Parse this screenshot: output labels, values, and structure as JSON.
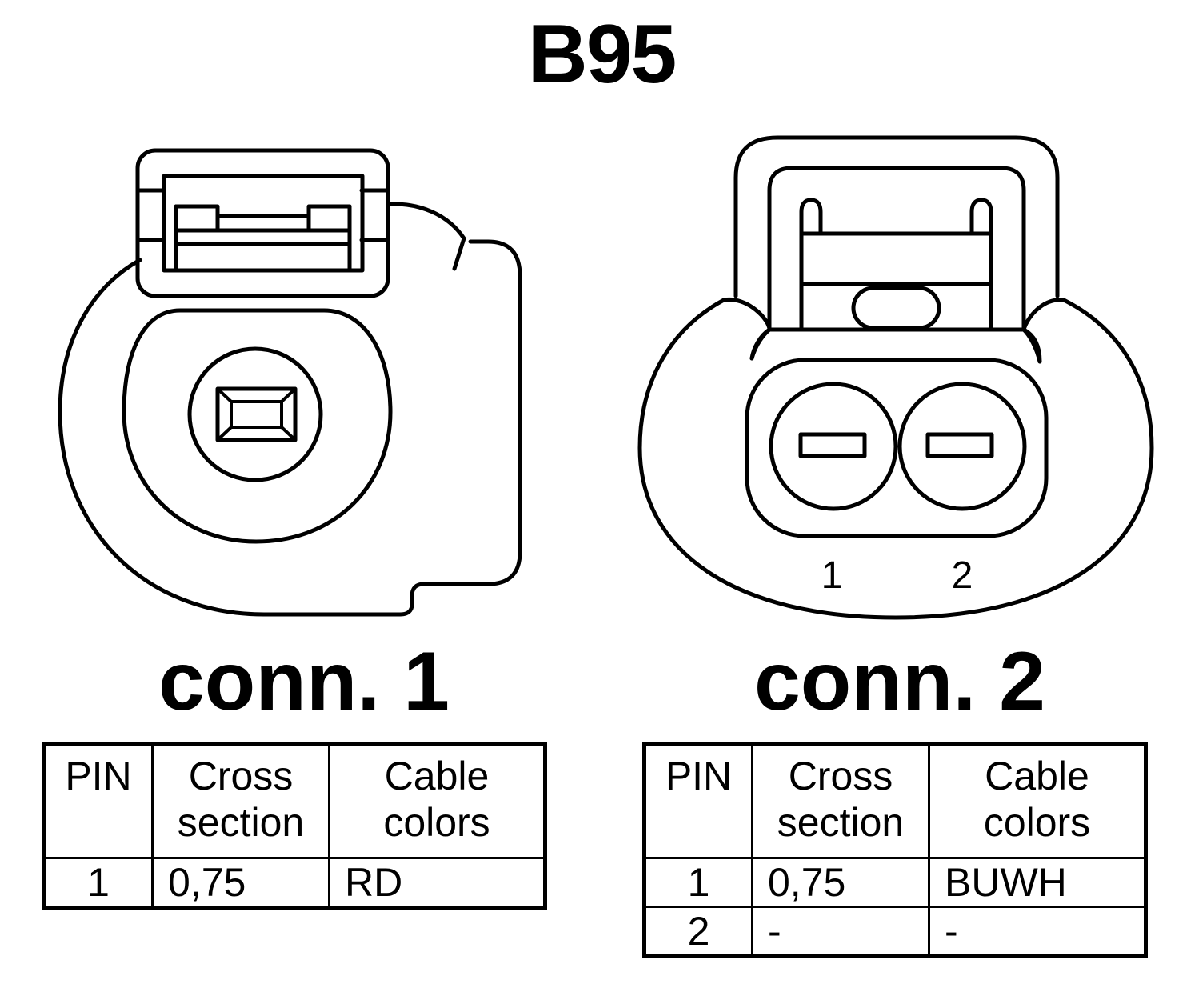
{
  "title": "B95",
  "connectors": [
    {
      "label": "conn. 1",
      "pin_labels": [],
      "table": {
        "headers": [
          "PIN",
          "Cross section",
          "Cable colors"
        ],
        "rows": [
          {
            "pin": "1",
            "cross_section": "0,75",
            "color": "RD"
          }
        ]
      }
    },
    {
      "label": "conn. 2",
      "pin_labels": [
        "1",
        "2"
      ],
      "table": {
        "headers": [
          "PIN",
          "Cross section",
          "Cable colors"
        ],
        "rows": [
          {
            "pin": "1",
            "cross_section": "0,75",
            "color": "BUWH"
          },
          {
            "pin": "2",
            "cross_section": "-",
            "color": "-"
          }
        ]
      }
    }
  ]
}
